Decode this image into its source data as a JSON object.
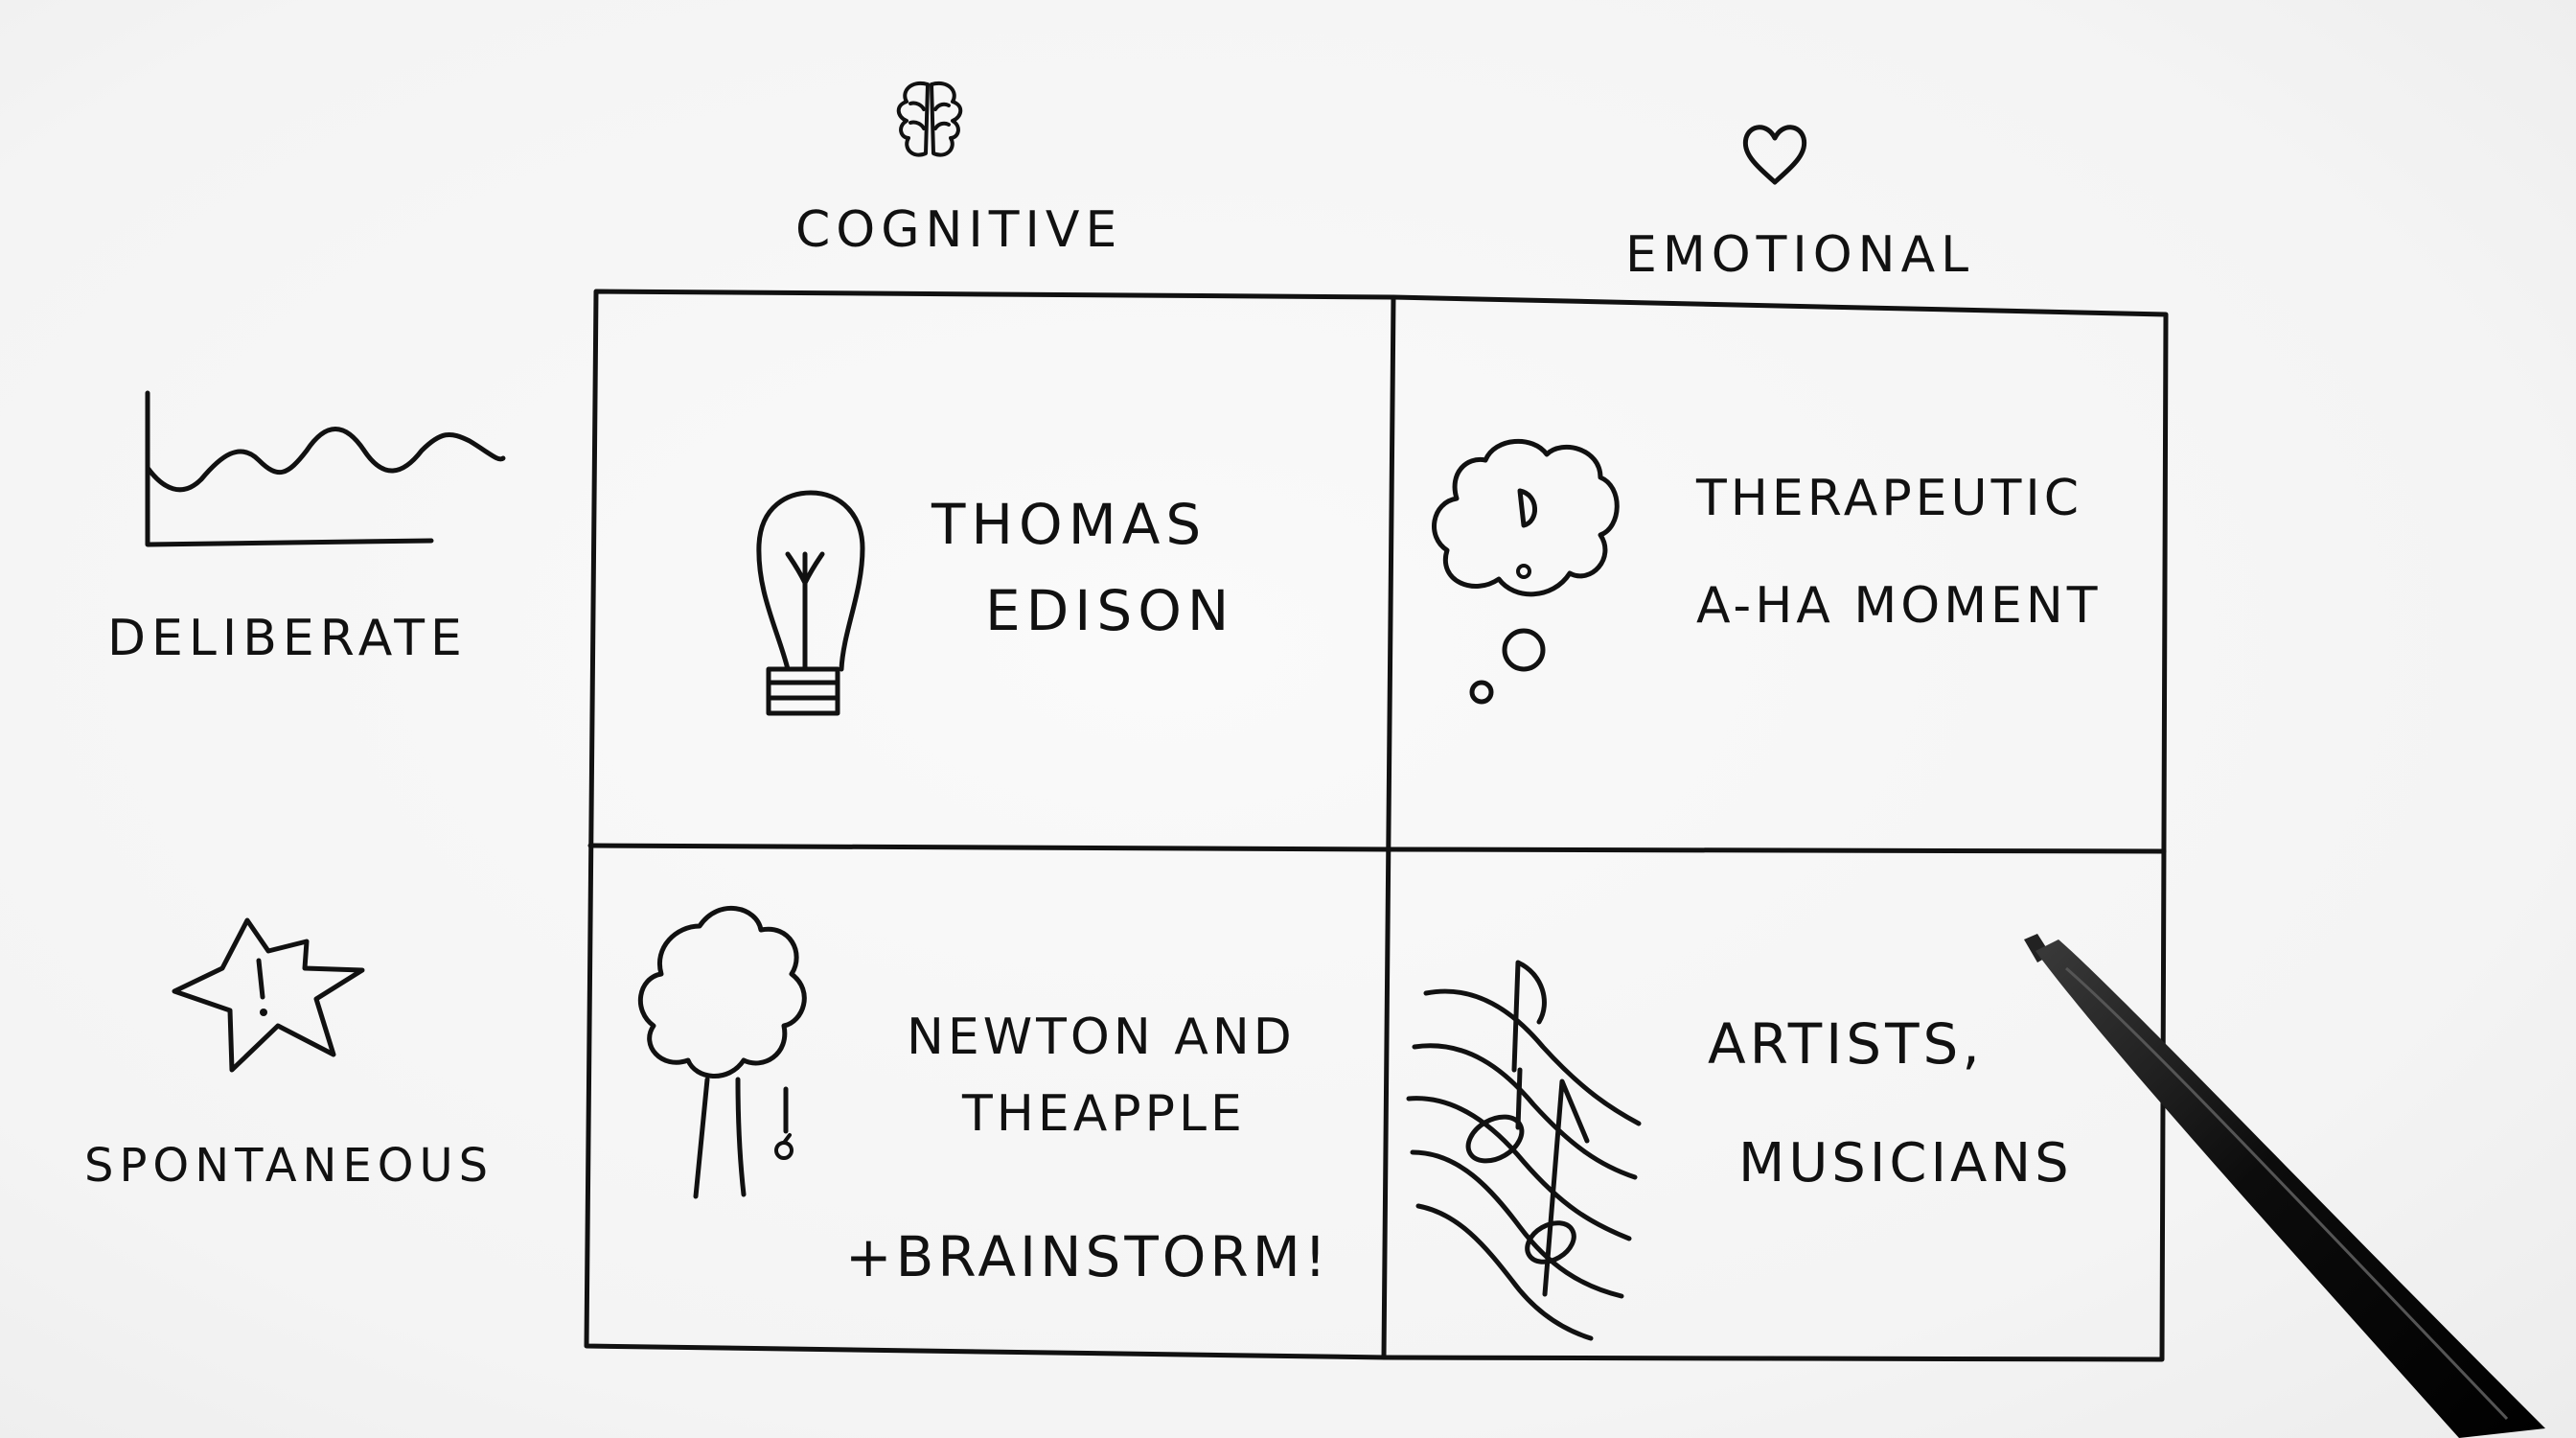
{
  "columns": {
    "cognitive": {
      "label": "COGNITIVE",
      "icon": "brain-icon"
    },
    "emotional": {
      "label": "EMOTIONAL",
      "icon": "heart-icon"
    }
  },
  "rows": {
    "deliberate": {
      "label": "DELIBERATE",
      "icon": "wavy-graph-icon"
    },
    "spontaneous": {
      "label": "SPONTANEOUS",
      "icon": "burst-exclamation-icon"
    }
  },
  "cells": {
    "cognitive_deliberate": {
      "lines": [
        "THOMAS",
        "EDISON"
      ],
      "icon": "lightbulb-icon"
    },
    "emotional_deliberate": {
      "lines": [
        "THERAPEUTIC",
        "A-HA MOMENT"
      ],
      "icon": "thought-bubble-icon"
    },
    "cognitive_spontaneous": {
      "lines": [
        "NEWTON AND",
        "THEAPPLE",
        "+BRAINSTORM!"
      ],
      "icon": "tree-apple-icon"
    },
    "emotional_spontaneous": {
      "lines": [
        "ARTISTS,",
        "MUSICIANS"
      ],
      "icon": "music-notes-icon"
    }
  },
  "props": {
    "pen": "pen-icon"
  },
  "colors": {
    "ink": "#111111",
    "paper": "#f6f6f6"
  }
}
